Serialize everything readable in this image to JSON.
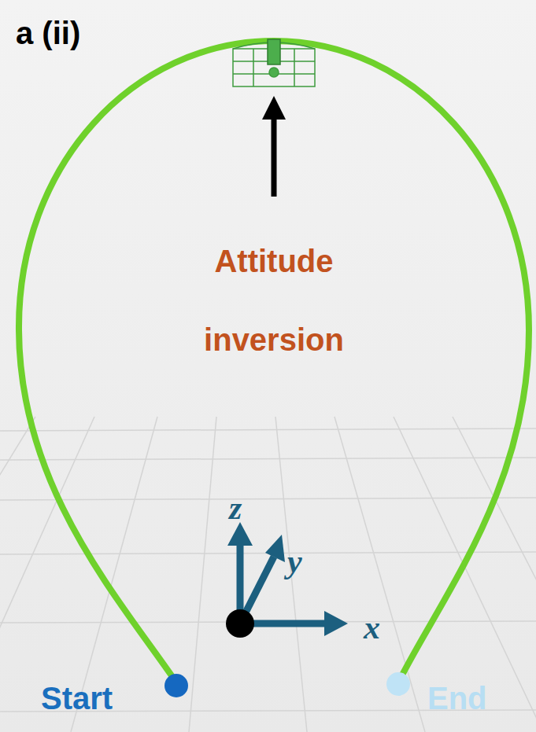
{
  "diagram": {
    "labels": [
      "a (ii)",
      "Attitude inversion",
      "z",
      "y",
      "x",
      "Start",
      "End"
    ]
  }
}
